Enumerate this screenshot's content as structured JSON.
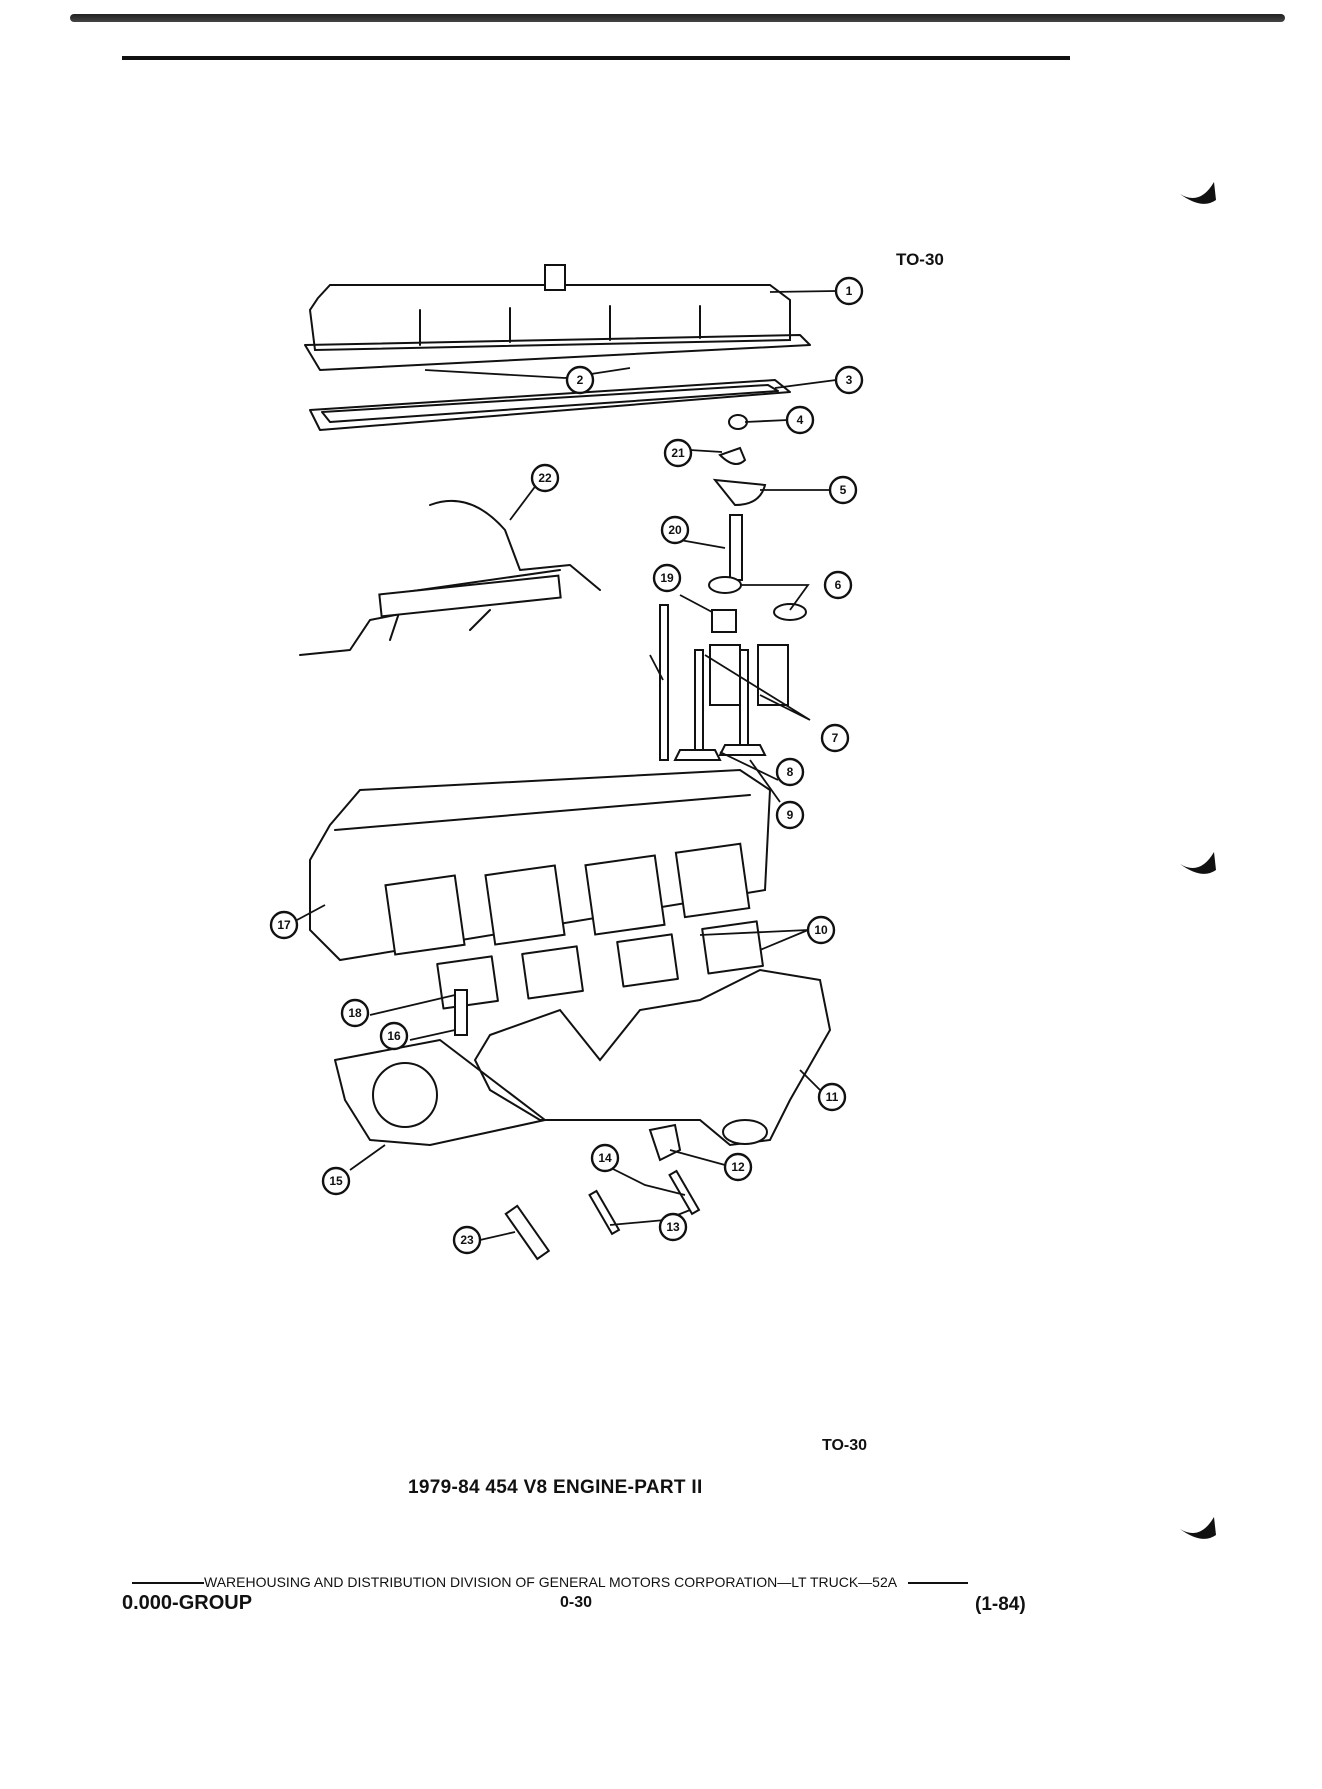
{
  "page": {
    "figure_code_top": "TO-30",
    "figure_code_bottom": "TO-30",
    "figure_title": "1979-84 454 V8 ENGINE-PART II"
  },
  "callouts": [
    "1",
    "2",
    "3",
    "4",
    "5",
    "6",
    "7",
    "8",
    "9",
    "10",
    "11",
    "12",
    "13",
    "14",
    "15",
    "16",
    "17",
    "18",
    "19",
    "20",
    "21",
    "22",
    "23"
  ],
  "footer": {
    "publisher_line": "WAREHOUSING AND DISTRIBUTION  DIVISION OF GENERAL MOTORS CORPORATION—LT TRUCK—52A",
    "group": "0.000-GROUP",
    "page_number": "0-30",
    "date": "(1-84)"
  }
}
